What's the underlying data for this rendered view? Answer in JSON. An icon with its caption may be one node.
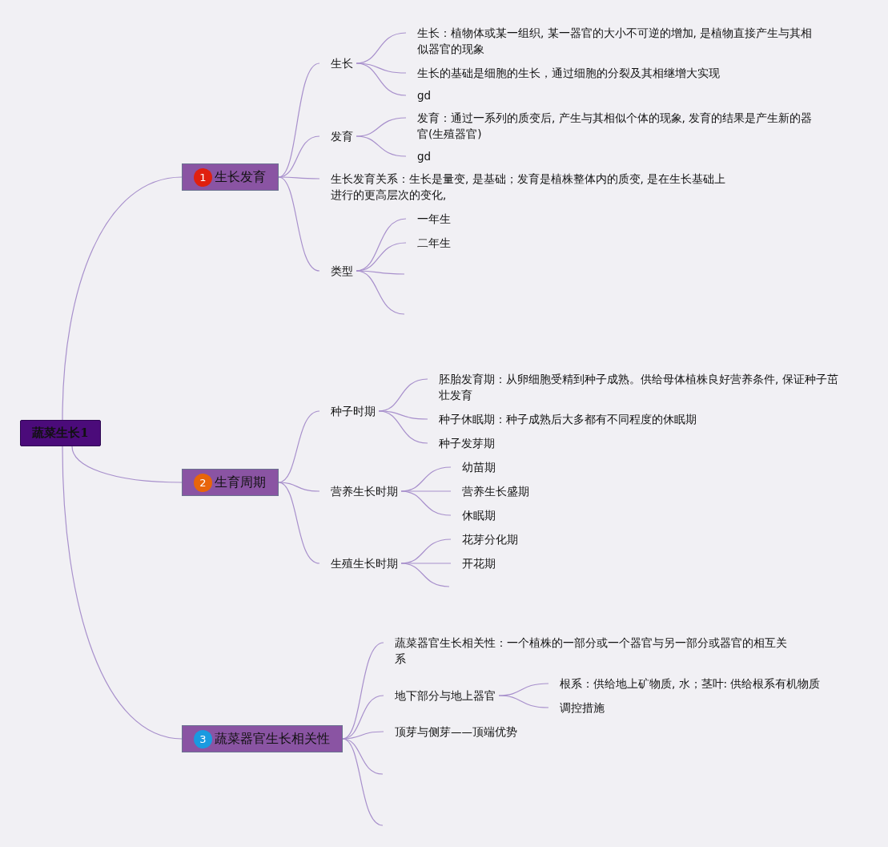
{
  "diagram": {
    "nodes": [
      {
        "text": [
          "蔬菜生长1"
        ]
      },
      {
        "text": [
          "1",
          "生长发育"
        ]
      },
      {
        "text": [
          "生长"
        ]
      },
      {
        "text": [
          "生长：植物体或某一组织, 某一器官的大小不可逆的增加, 是植物直接产生与其相似器官的现象"
        ]
      },
      {
        "text": [
          "生长的基础是细胞的生长，通过细胞的分裂及其相继增大实现"
        ]
      },
      {
        "text": [
          "gd"
        ]
      },
      {
        "text": [
          "发育"
        ]
      },
      {
        "text": [
          "发育：通过一系列的质变后, 产生与其相似个体的现象, 发育的结果是产生新的器官(生殖器官)"
        ]
      },
      {
        "text": [
          "gd"
        ]
      },
      {
        "text": [
          "生长发育关系：生长是量变, 是基础；发育是植株整体内的质变, 是在生长基础上进行的更高层次的变化,"
        ]
      },
      {
        "text": [
          "类型"
        ]
      },
      {
        "text": [
          "一年生"
        ]
      },
      {
        "text": [
          "二年生"
        ]
      },
      {
        "text": [
          "2",
          "生育周期"
        ]
      },
      {
        "text": [
          "种子时期"
        ]
      },
      {
        "text": [
          "胚胎发育期：从卵细胞受精到种子成熟。供给母体植株良好营养条件, 保证种子茁壮发育"
        ]
      },
      {
        "text": [
          "种子休眠期：种子成熟后大多都有不同程度的休眠期"
        ]
      },
      {
        "text": [
          "种子发芽期"
        ]
      },
      {
        "text": [
          "营养生长时期"
        ]
      },
      {
        "text": [
          "幼苗期"
        ]
      },
      {
        "text": [
          "营养生长盛期"
        ]
      },
      {
        "text": [
          "休眠期"
        ]
      },
      {
        "text": [
          "生殖生长时期"
        ]
      },
      {
        "text": [
          "花芽分化期"
        ]
      },
      {
        "text": [
          "开花期"
        ]
      },
      {
        "text": [
          "3",
          "蔬菜器官生长相关性"
        ]
      },
      {
        "text": [
          "蔬菜器官生长相关性：一个植株的一部分或一个器官与另一部分或器官的相互关系"
        ]
      },
      {
        "text": [
          "地下部分与地上器官"
        ]
      },
      {
        "text": [
          "根系：供给地上矿物质, 水；茎叶: 供给根系有机物质"
        ]
      },
      {
        "text": [
          "调控措施"
        ]
      },
      {
        "text": [
          "顶芽与侧芽——顶端优势"
        ]
      }
    ],
    "edges": [
      {
        "from": 0,
        "to": 1,
        "arrow": "none"
      },
      {
        "from": 0,
        "to": 13,
        "arrow": "none"
      },
      {
        "from": 0,
        "to": 25,
        "arrow": "none"
      },
      {
        "from": 1,
        "to": 2,
        "arrow": "none"
      },
      {
        "from": 2,
        "to": 3,
        "arrow": "none"
      },
      {
        "from": 2,
        "to": 4,
        "arrow": "none"
      },
      {
        "from": 2,
        "to": 5,
        "arrow": "none"
      },
      {
        "from": 1,
        "to": 6,
        "arrow": "none"
      },
      {
        "from": 6,
        "to": 7,
        "arrow": "none"
      },
      {
        "from": 6,
        "to": 8,
        "arrow": "none"
      },
      {
        "from": 1,
        "to": 9,
        "arrow": "none"
      },
      {
        "from": 1,
        "to": 10,
        "arrow": "none"
      },
      {
        "from": 10,
        "to": 11,
        "arrow": "none"
      },
      {
        "from": 10,
        "to": 12,
        "arrow": "none"
      },
      {
        "from": 10,
        "to": null,
        "arrow": "none"
      },
      {
        "from": 10,
        "to": null,
        "arrow": "none"
      },
      {
        "from": 13,
        "to": 14,
        "arrow": "none"
      },
      {
        "from": 14,
        "to": 15,
        "arrow": "none"
      },
      {
        "from": 14,
        "to": 16,
        "arrow": "none"
      },
      {
        "from": 14,
        "to": 17,
        "arrow": "none"
      },
      {
        "from": 13,
        "to": 18,
        "arrow": "none"
      },
      {
        "from": 18,
        "to": 19,
        "arrow": "none"
      },
      {
        "from": 18,
        "to": 20,
        "arrow": "none"
      },
      {
        "from": 18,
        "to": 21,
        "arrow": "none"
      },
      {
        "from": 13,
        "to": 22,
        "arrow": "none"
      },
      {
        "from": 22,
        "to": 23,
        "arrow": "none"
      },
      {
        "from": 22,
        "to": 24,
        "arrow": "none"
      },
      {
        "from": 22,
        "to": null,
        "arrow": "none"
      },
      {
        "from": 25,
        "to": 26,
        "arrow": "none"
      },
      {
        "from": 25,
        "to": 27,
        "arrow": "none"
      },
      {
        "from": 27,
        "to": 28,
        "arrow": "none"
      },
      {
        "from": 27,
        "to": 29,
        "arrow": "none"
      },
      {
        "from": 25,
        "to": 30,
        "arrow": "none"
      },
      {
        "from": 25,
        "to": null,
        "arrow": "none"
      },
      {
        "from": 25,
        "to": null,
        "arrow": "none"
      }
    ]
  }
}
